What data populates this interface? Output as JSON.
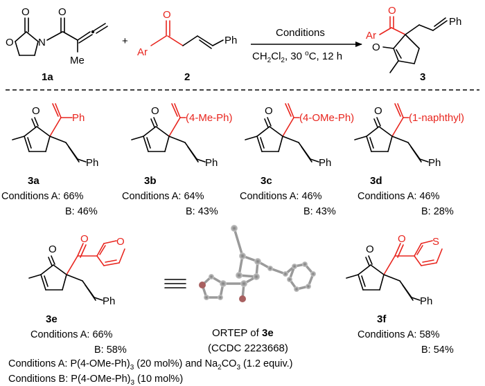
{
  "colors": {
    "ink": "#000000",
    "highlight": "#e8251e"
  },
  "scheme": {
    "reagent_1": "1a",
    "reagent_2": "2",
    "product": "3",
    "plus": "+",
    "arrow_top": "Conditions",
    "arrow_bottom_prefix": "CH",
    "arrow_bottom_sub": "2",
    "arrow_bottom_mid": "Cl",
    "arrow_bottom_sub2": "2",
    "arrow_bottom_rest": ", 30 ",
    "arrow_bottom_deg": "o",
    "arrow_bottom_end": "C, 12 h",
    "labels": {
      "o_1": "O",
      "o_2": "O",
      "n": "N",
      "o_3": "O",
      "me": "Me",
      "o_ketone": "O",
      "ar": "Ar",
      "ph": "Ph",
      "o_prod": "O",
      "ar_prod": "Ar",
      "ph_prod": "Ph",
      "o_ring": "O"
    }
  },
  "compounds": [
    {
      "id": "3a",
      "substituent": "Ph",
      "cond_a": "Conditions A: 66%",
      "cond_b": "B: 46%"
    },
    {
      "id": "3b",
      "substituent": "(4-Me-Ph)",
      "cond_a": "Conditions A: 64%",
      "cond_b": "B: 43%"
    },
    {
      "id": "3c",
      "substituent": "(4-OMe-Ph)",
      "cond_a": "Conditions A: 46%",
      "cond_b": "B: 43%"
    },
    {
      "id": "3d",
      "substituent": "(1-naphthyl)",
      "cond_a": "Conditions A: 46%",
      "cond_b": "B: 28%"
    },
    {
      "id": "3e",
      "cond_a": "Conditions A: 66%",
      "cond_b": "B: 58%"
    },
    {
      "id": "3f",
      "cond_a": "Conditions A: 58%",
      "cond_b": "B: 54%"
    }
  ],
  "common_labels": {
    "o": "O",
    "ph": "Ph",
    "furan_o": "O",
    "thiophene_s": "S"
  },
  "ortep": {
    "caption_prefix": "ORTEP of ",
    "caption_compound": "3e",
    "ccdc": "(CCDC 2223668)"
  },
  "footnotes": {
    "a_prefix": "Conditions A: P(4-OMe-Ph)",
    "a_sub": "3",
    "a_mid": " (20 mol%) and Na",
    "a_sub2": "2",
    "a_mid2": "CO",
    "a_sub3": "3",
    "a_end": " (1.2 equiv.)",
    "b_prefix": "Conditions B: P(4-OMe-Ph)",
    "b_sub": "3",
    "b_end": " (10 mol%)"
  }
}
